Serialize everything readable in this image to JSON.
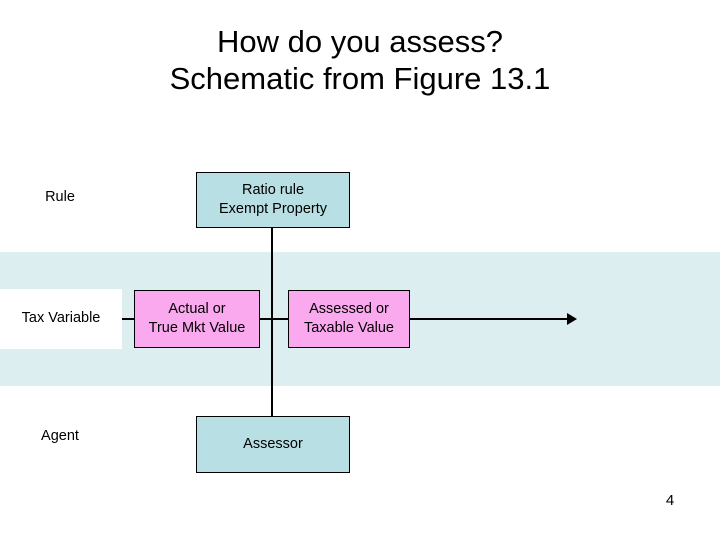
{
  "slide": {
    "title_line_1": "How do you assess?",
    "title_line_2": "Schematic from Figure 13.1",
    "page_number": "4",
    "background_color": "#ffffff"
  },
  "colors": {
    "band": "#dceef0",
    "node_cyan": "#b8dfe3",
    "node_pink": "#fba9ee",
    "outline": "#000000",
    "text": "#000000"
  },
  "row_labels": {
    "rule": "Rule",
    "tax_variable": "Tax Variable",
    "agent": "Agent"
  },
  "diagram": {
    "type": "flow-schematic",
    "nodes": [
      {
        "id": "ratio-rule",
        "row": "Rule",
        "fill": "#b8dfe3",
        "lines": [
          "Ratio rule",
          "Exempt Property"
        ]
      },
      {
        "id": "actual-value",
        "row": "Tax Variable",
        "fill": "#fba9ee",
        "lines": [
          "Actual or",
          "True Mkt Value"
        ]
      },
      {
        "id": "assessed-value",
        "row": "Tax Variable",
        "fill": "#fba9ee",
        "lines": [
          "Assessed or",
          "Taxable Value"
        ]
      },
      {
        "id": "assessor",
        "row": "Agent",
        "fill": "#b8dfe3",
        "lines": [
          "Assessor"
        ]
      }
    ],
    "connectors": [
      {
        "id": "spine-vertical",
        "from": "ratio-rule",
        "to": "assessor",
        "style": "line"
      },
      {
        "id": "stub-left",
        "from": "tax-variable-label",
        "to": "actual-value",
        "style": "line"
      },
      {
        "id": "stub-middle",
        "from": "actual-value",
        "to": "assessed-value",
        "style": "line"
      },
      {
        "id": "arrow-right",
        "from": "assessed-value",
        "to": "",
        "style": "arrow"
      }
    ]
  }
}
